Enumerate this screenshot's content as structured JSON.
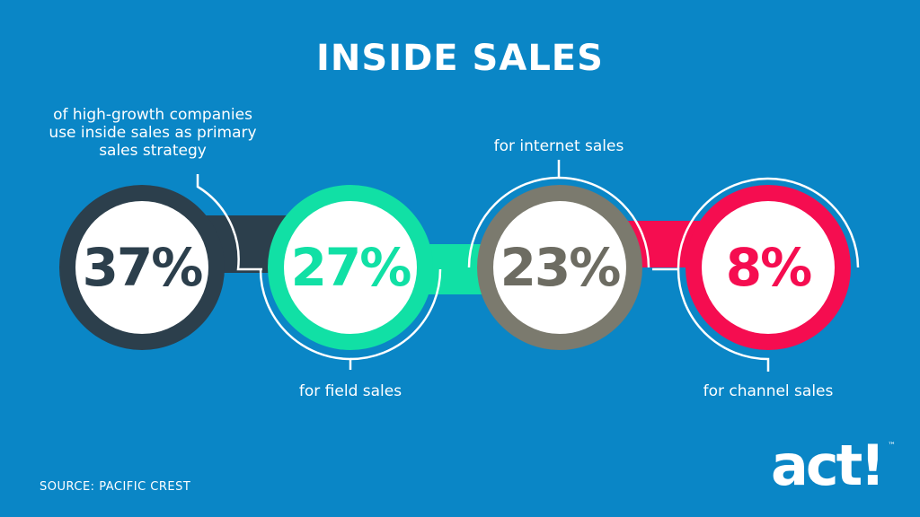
{
  "title": "INSIDE SALES",
  "stats": [
    {
      "value": "37%",
      "caption_lines": [
        "of high-growth companies",
        "use inside sales as primary",
        "sales strategy"
      ],
      "color": "#2c3f4c",
      "text_color": "#2c3f4c"
    },
    {
      "value": "27%",
      "caption_lines": [
        "for field sales"
      ],
      "color": "#11e0a5",
      "text_color": "#11e0a5"
    },
    {
      "value": "23%",
      "caption_lines": [
        "for internet sales"
      ],
      "color": "#7b7a6e",
      "text_color": "#6d6c62"
    },
    {
      "value": "8%",
      "caption_lines": [
        "for channel sales"
      ],
      "color": "#f50d50",
      "text_color": "#f50d50"
    }
  ],
  "source": "SOURCE: PACIFIC CREST",
  "logo": {
    "text": "act!",
    "trademark": "™"
  }
}
